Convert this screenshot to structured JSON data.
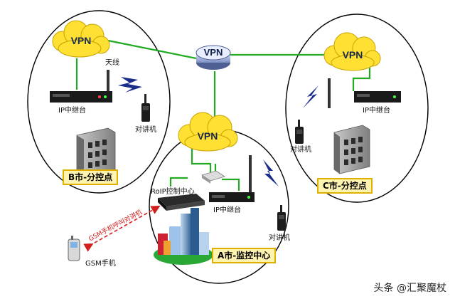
{
  "vpn_label": "VPN",
  "sites": {
    "b": {
      "site_label": "B市-分控点",
      "relay_label": "IP中继台",
      "radio_label": "对讲机",
      "antenna_label": "天线"
    },
    "c": {
      "site_label": "C市-分控点",
      "relay_label": "IP中继台",
      "radio_label": "对讲机"
    },
    "a": {
      "site_label": "A市-监控中心",
      "relay_label": "IP中继台",
      "radio_label": "对讲机",
      "roip_label": "RoIP控制中心"
    }
  },
  "gsm": {
    "phone_label": "GSM手机",
    "call_label": "GSM手机呼叫对讲机"
  },
  "watermark": "头条 @汇聚魔杖",
  "colors": {
    "link_green": "#22aa22",
    "site_border": "#e0b000",
    "site_fill": "#fff3b0",
    "red_arrow": "#d21f1f",
    "cloud_fill": "#ffe033"
  }
}
